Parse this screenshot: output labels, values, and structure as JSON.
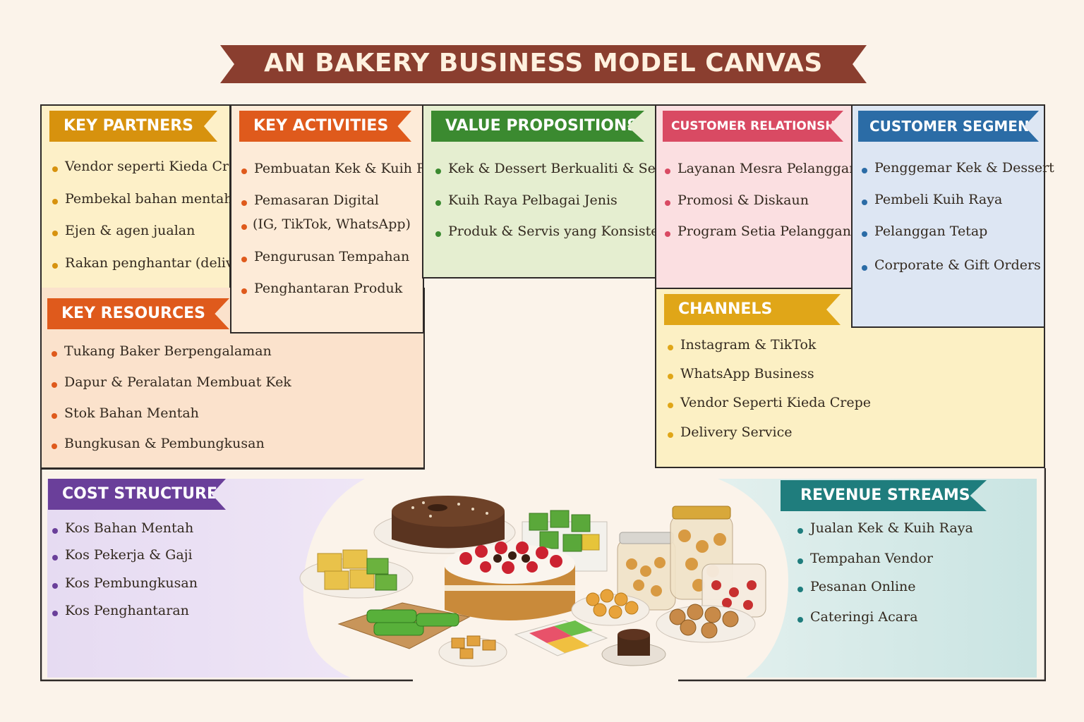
{
  "title": "AN BAKERY BUSINESS MODEL CANVAS",
  "colors": {
    "background": "#fbf3ea",
    "banner": "#8a3e2f",
    "key_partners": "#d7920e",
    "key_activities": "#df5a1c",
    "value_propositions": "#3b8a30",
    "customer_relationships": "#d94a63",
    "customer_segments": "#2b6ca6",
    "key_resources": "#df5a1c",
    "channels": "#e0a618",
    "cost_structure": "#6a3f9a",
    "revenue_streams": "#1f7d7d"
  },
  "sections": {
    "key_partners": {
      "label": "KEY PARTNERS",
      "items": [
        "Vendor seperti Kieda Crepe",
        "Pembekal bahan mentah",
        "Ejen & agen jualan",
        "Rakan penghantar (delivery)"
      ]
    },
    "key_activities": {
      "label": "KEY ACTIVITIES",
      "items": [
        "Pembuatan Kek & Kuih Raya",
        "Pemasaran Digital",
        "(IG, TikTok, WhatsApp)",
        "Pengurusan Tempahan",
        "Penghantaran Produk"
      ]
    },
    "value_propositions": {
      "label": "VALUE PROPOSITIONS",
      "items": [
        "Kek & Dessert Berkualiti & Sedap",
        "Kuih Raya Pelbagai Jenis",
        "Produk & Servis yang Konsisten"
      ]
    },
    "customer_relationships": {
      "label": "CUSTOMER RELATIONSHIPS",
      "items": [
        "Layanan Mesra Pelanggan",
        "Promosi & Diskaun",
        "Program Setia Pelanggan"
      ]
    },
    "customer_segments": {
      "label": "CUSTOMER SEGMENTS",
      "items": [
        "Penggemar Kek & Dessert",
        "Pembeli Kuih Raya",
        "Pelanggan Tetap",
        "Corporate & Gift Orders"
      ]
    },
    "key_resources": {
      "label": "KEY RESOURCES",
      "items": [
        "Tukang Baker Berpengalaman",
        "Dapur & Peralatan Membuat Kek",
        "Stok Bahan Mentah",
        "Bungkusan & Pembungkusan"
      ]
    },
    "channels": {
      "label": "CHANNELS",
      "items": [
        "Instagram & TikTok",
        "WhatsApp Business",
        "Vendor Seperti Kieda Crepe",
        "Delivery Service"
      ]
    },
    "cost_structure": {
      "label": "COST STRUCTURE",
      "items": [
        "Kos Bahan Mentah",
        "Kos Pekerja & Gaji",
        "Kos Pembungkusan",
        "Kos Penghantaran"
      ]
    },
    "revenue_streams": {
      "label": "REVENUE STREAMS",
      "items": [
        "Jualan Kek & Kuih Raya",
        "Tempahan Vendor",
        "Pesanan Online",
        "Cateringi Acara"
      ]
    }
  }
}
